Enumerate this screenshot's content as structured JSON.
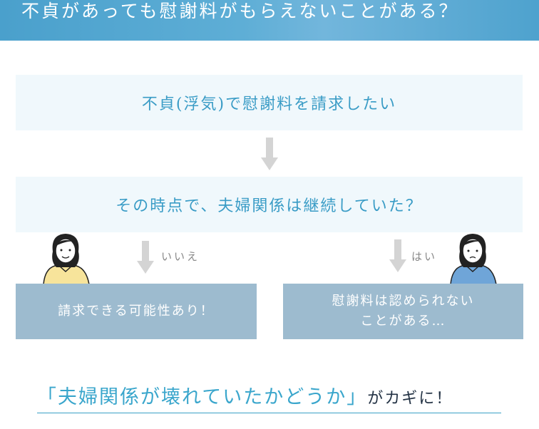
{
  "header": {
    "title": "不貞があっても慰謝料がもらえないことがある？"
  },
  "flow": {
    "question1": "不貞(浮気)で慰謝料を請求したい",
    "question2": "その時点で、夫婦関係は継続していた？",
    "no_label": "いいえ",
    "yes_label": "はい",
    "no_result": "請求できる可能性あり！",
    "yes_result_line1": "慰謝料は認められない",
    "yes_result_line2": "ことがある…"
  },
  "conclusion": {
    "highlight": "「夫婦関係が壊れていたかどうか」",
    "rest": "がカギに！"
  },
  "colors": {
    "accent": "#3aa0c8",
    "result_bg": "#9dbbcf",
    "question_bg": "#f0f8fc"
  }
}
